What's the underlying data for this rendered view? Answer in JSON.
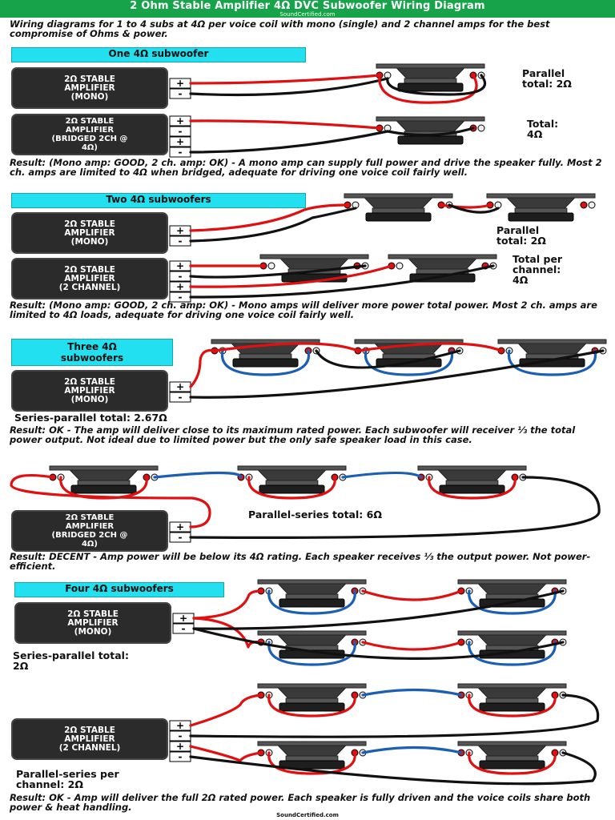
{
  "header": {
    "title": "2 Ohm Stable Amplifier 4Ω DVC Subwoofer Wiring Diagram",
    "site": "SoundCertified.com"
  },
  "intro": "Wiring diagrams for 1 to 4 subs at 4Ω per voice coil with mono (single) and 2 channel amps for the best compromise of Ohms & power.",
  "sections": {
    "one": {
      "title": "One 4Ω subwoofer",
      "amp_mono": "2Ω STABLE\nAMPLIFIER\n(MONO)",
      "amp_bridged": "2Ω STABLE\nAMPLIFIER\n(BRIDGED 2CH @\n4Ω)",
      "label_a": "Parallel\ntotal: 2Ω",
      "label_b": "Total:\n4Ω",
      "result_prefix": "Result: (Mono amp: GOOD, 2 ch. amp: OK)",
      "result_text": " - A mono amp can supply full power and drive the speaker fully. Most 2 ch. amps are limited to 4Ω when bridged, adequate for driving one voice coil fairly well."
    },
    "two": {
      "title": "Two 4Ω subwoofers",
      "amp_mono": "2Ω STABLE\nAMPLIFIER\n(MONO)",
      "amp_2ch": "2Ω STABLE\nAMPLIFIER\n(2 CHANNEL)",
      "label_a": "Parallel\ntotal: 2Ω",
      "label_b": "Total per\nchannel:\n4Ω",
      "result_prefix": "Result: (Mono amp: GOOD, 2 ch. amp: OK)",
      "result_text": " - Mono amps will deliver more power total power. Most 2 ch. amps are limited to 4Ω loads, adequate for driving one voice coil fairly well."
    },
    "three": {
      "title": "Three 4Ω\nsubwoofers",
      "amp_mono": "2Ω STABLE\nAMPLIFIER\n(MONO)",
      "label_a": "Series-parallel total: 2.67Ω",
      "result_a_prefix": "Result: OK",
      "result_a_text": " - The amp will deliver close to its maximum rated power. Each subwoofer will receiver ⅓ the total power output. Not ideal due to limited power but the only safe speaker load in this case.",
      "amp_bridged": "2Ω STABLE\nAMPLIFIER\n(BRIDGED 2CH @\n4Ω)",
      "label_b": "Parallel-series total: 6Ω",
      "result_b_prefix": "Result: DECENT",
      "result_b_text": " - Amp power will be below its 4Ω rating. Each speaker receives ⅓ the output power. Not power-efficient."
    },
    "four": {
      "title": "Four 4Ω subwoofers",
      "amp_mono": "2Ω STABLE\nAMPLIFIER\n(MONO)",
      "label_a": "Series-parallel total:\n2Ω",
      "amp_2ch": "2Ω STABLE\nAMPLIFIER\n(2 CHANNEL)",
      "label_b": "Parallel-series per\nchannel: 2Ω",
      "result_prefix": "Result: OK",
      "result_text": " - Amp will deliver the full 2Ω rated power. Each speaker is fully driven and the voice coils share both power & heat handling."
    }
  },
  "terminal_plus": "+",
  "terminal_minus": "-",
  "footer": "SoundCertified.com",
  "colors": {
    "header": "#16a34a",
    "section_title": "#22e0ef",
    "wire_positive": "#e01010",
    "wire_negative": "#111111",
    "wire_jumper": "#1a5fb4",
    "amp": "#2b2b2b"
  }
}
